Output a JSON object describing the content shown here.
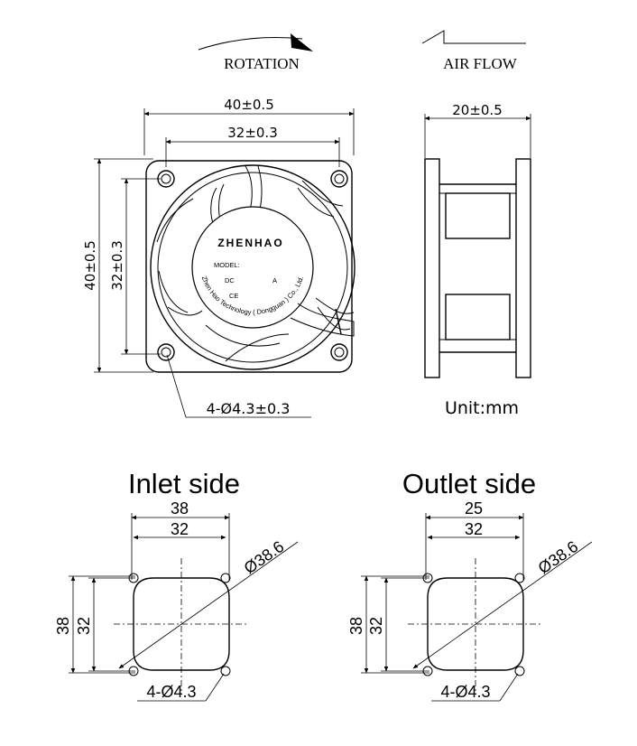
{
  "labels": {
    "rotation": "ROTATION",
    "air_flow": "AIR FLOW",
    "unit": "Unit:mm"
  },
  "front_view": {
    "width_dim": "40±0.5",
    "hole_pitch_h": "32±0.3",
    "height_dim": "40±0.5",
    "hole_pitch_v": "32±0.3",
    "holes": "4-Ø4.3±0.3",
    "hub_brand": "ZHENHAO",
    "hub_model": "MODEL:",
    "hub_dc": "DC",
    "hub_a": "A",
    "hub_ce": "CE",
    "hub_company": "Zhen Hao Technology ( Dongguan ) Co., Ltd."
  },
  "side_view": {
    "thickness_dim": "20±0.5"
  },
  "inlet": {
    "title": "Inlet side",
    "outer_w": "38",
    "inner_w": "32",
    "outer_h": "38",
    "inner_h": "32",
    "diameter": "Ø38.6",
    "holes": "4-Ø4.3"
  },
  "outlet": {
    "title": "Outlet side",
    "outer_w": "25",
    "inner_w": "32",
    "outer_h": "38",
    "inner_h": "32",
    "diameter": "Ø38.6",
    "holes": "4-Ø4.3"
  }
}
